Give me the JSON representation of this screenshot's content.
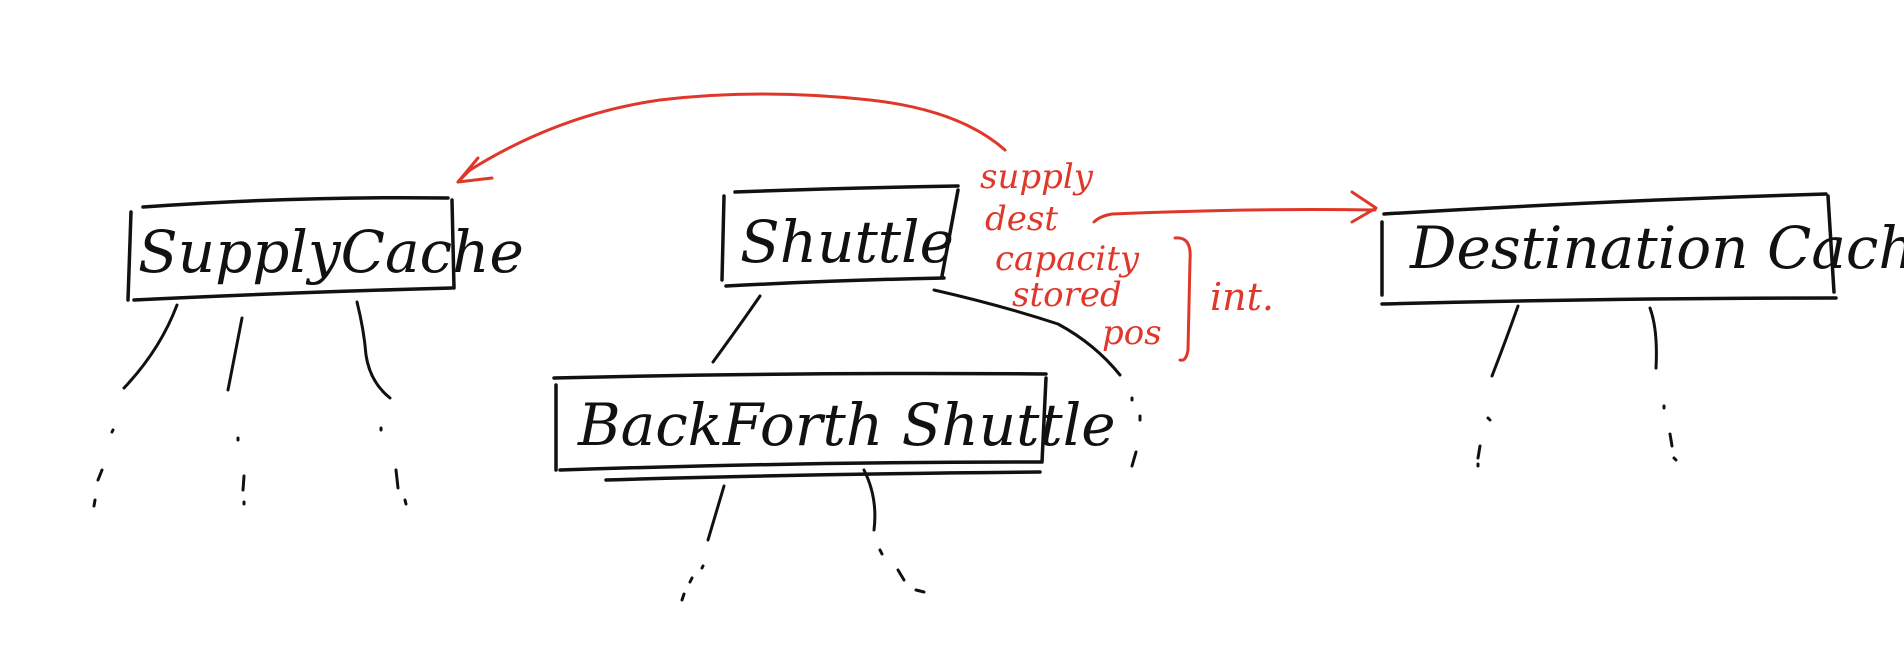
{
  "colors": {
    "ink": "#111111",
    "annotation": "#e0372b",
    "background": "#ffffff"
  },
  "nodes": {
    "supply_cache": {
      "label": "SupplyCache"
    },
    "shuttle": {
      "label": "Shuttle"
    },
    "back_forth_shuttle": {
      "label": "BackForth Shuttle"
    },
    "destination_cache": {
      "label": "Destination Cache"
    }
  },
  "shuttle_fields": [
    {
      "name": "supply"
    },
    {
      "name": "dest"
    },
    {
      "name": "capacity"
    },
    {
      "name": "stored"
    },
    {
      "name": "pos"
    }
  ],
  "type_annotation": {
    "label": "int."
  },
  "edges": [
    {
      "from": "shuttle",
      "to": "back_forth_shuttle",
      "kind": "subclass"
    },
    {
      "from": "shuttle.fields.supply",
      "to": "supply_cache",
      "kind": "reference-arrow"
    },
    {
      "from": "shuttle.fields.dest",
      "to": "destination_cache",
      "kind": "reference-arrow"
    }
  ]
}
